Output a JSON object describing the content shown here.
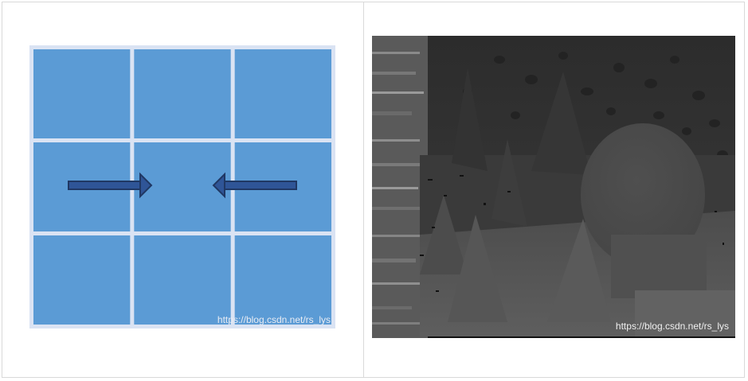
{
  "colors": {
    "cell_fill": "#5b9bd5",
    "grid_border": "#dae3f3",
    "arrow_fill": "#2f5597",
    "arrow_stroke": "#203864",
    "depth_bg": "#3c3c3c"
  },
  "grid_panel": {
    "rows": 3,
    "cols": 3,
    "arrows": [
      "arrow-right",
      "arrow-left"
    ],
    "watermark": "https://blog.csdn.net/rs_lys"
  },
  "depth_panel": {
    "watermark": "https://blog.csdn.net/rs_lys"
  }
}
